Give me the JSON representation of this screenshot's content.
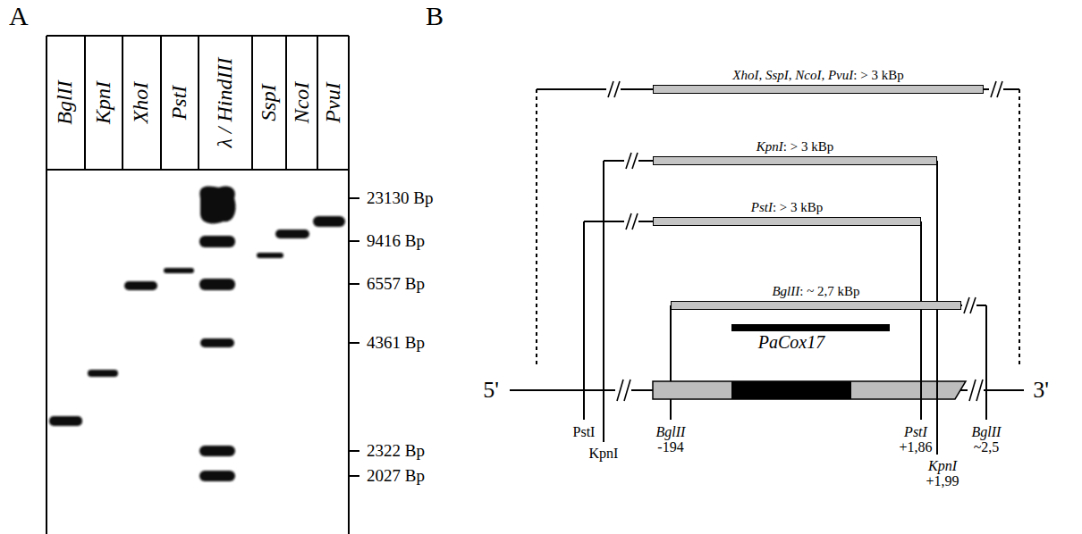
{
  "diagram": {
    "nodes": [
      {
        "text": [
          "XhoI, SspI, NcoI, PvuI: > 3 kBp"
        ]
      },
      {
        "text": [
          "KpnI: > 3 kBp"
        ]
      },
      {
        "text": [
          "PstI: > 3 kBp"
        ]
      },
      {
        "text": [
          "BglII: ~ 2,7 kBp"
        ]
      }
    ],
    "labels": [
      "A",
      "BglII",
      "KpnI",
      "XhoI",
      "PstI",
      "λ / HindIII",
      "SspI",
      "NcoI",
      "PvuI",
      "23130 Bp",
      "9416 Bp",
      "6557 Bp",
      "4361 Bp",
      "2322 Bp",
      "2027 Bp",
      "B",
      "PaCox17",
      "5'",
      "3'",
      "PstI",
      "KpnI",
      "BglII -194",
      "PstI +1,86",
      "KpnI +1,99",
      "BglII ~2,5"
    ]
  }
}
